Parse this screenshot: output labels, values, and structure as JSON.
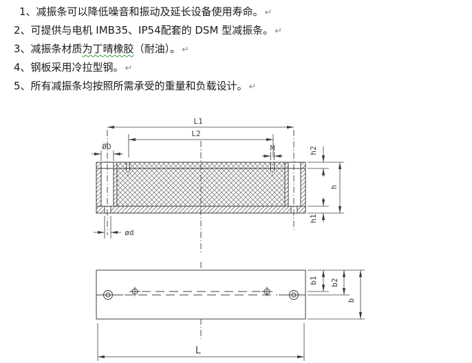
{
  "document": {
    "notes": {
      "pmark": "↵",
      "lines": [
        {
          "full": "1、减振条可以降低噪音和振动及延长设备使用寿命。"
        },
        {
          "full": "2、可提供与电机 IMB35、IP54配套的 DSM 型减振条。"
        },
        {
          "pre": "3、减振条材质",
          "underlined": "为丁晴橡胶",
          "post": "（耐油）。"
        },
        {
          "full": "4、钢板采用冷拉型钢。"
        },
        {
          "full": "5、所有减振条均按照所需承受的重量和负载设计。"
        }
      ]
    }
  },
  "drawing": {
    "labels": {
      "L1": "L1",
      "L2": "L2",
      "OD": "ØD",
      "M": "M",
      "h2": "h2",
      "h": "h",
      "h1": "h1",
      "od": "ød",
      "b1": "b1",
      "b2": "b2",
      "b": "b",
      "L": "L"
    }
  },
  "colors": {
    "background": "#ffffff",
    "text": "#1a1a1a",
    "paragraph_mark": "#8c8c8c",
    "spellcheck_underline": "#2e9e3e",
    "drawing_line": "#3c3c3c",
    "hatch_line": "#6a6a6a"
  }
}
